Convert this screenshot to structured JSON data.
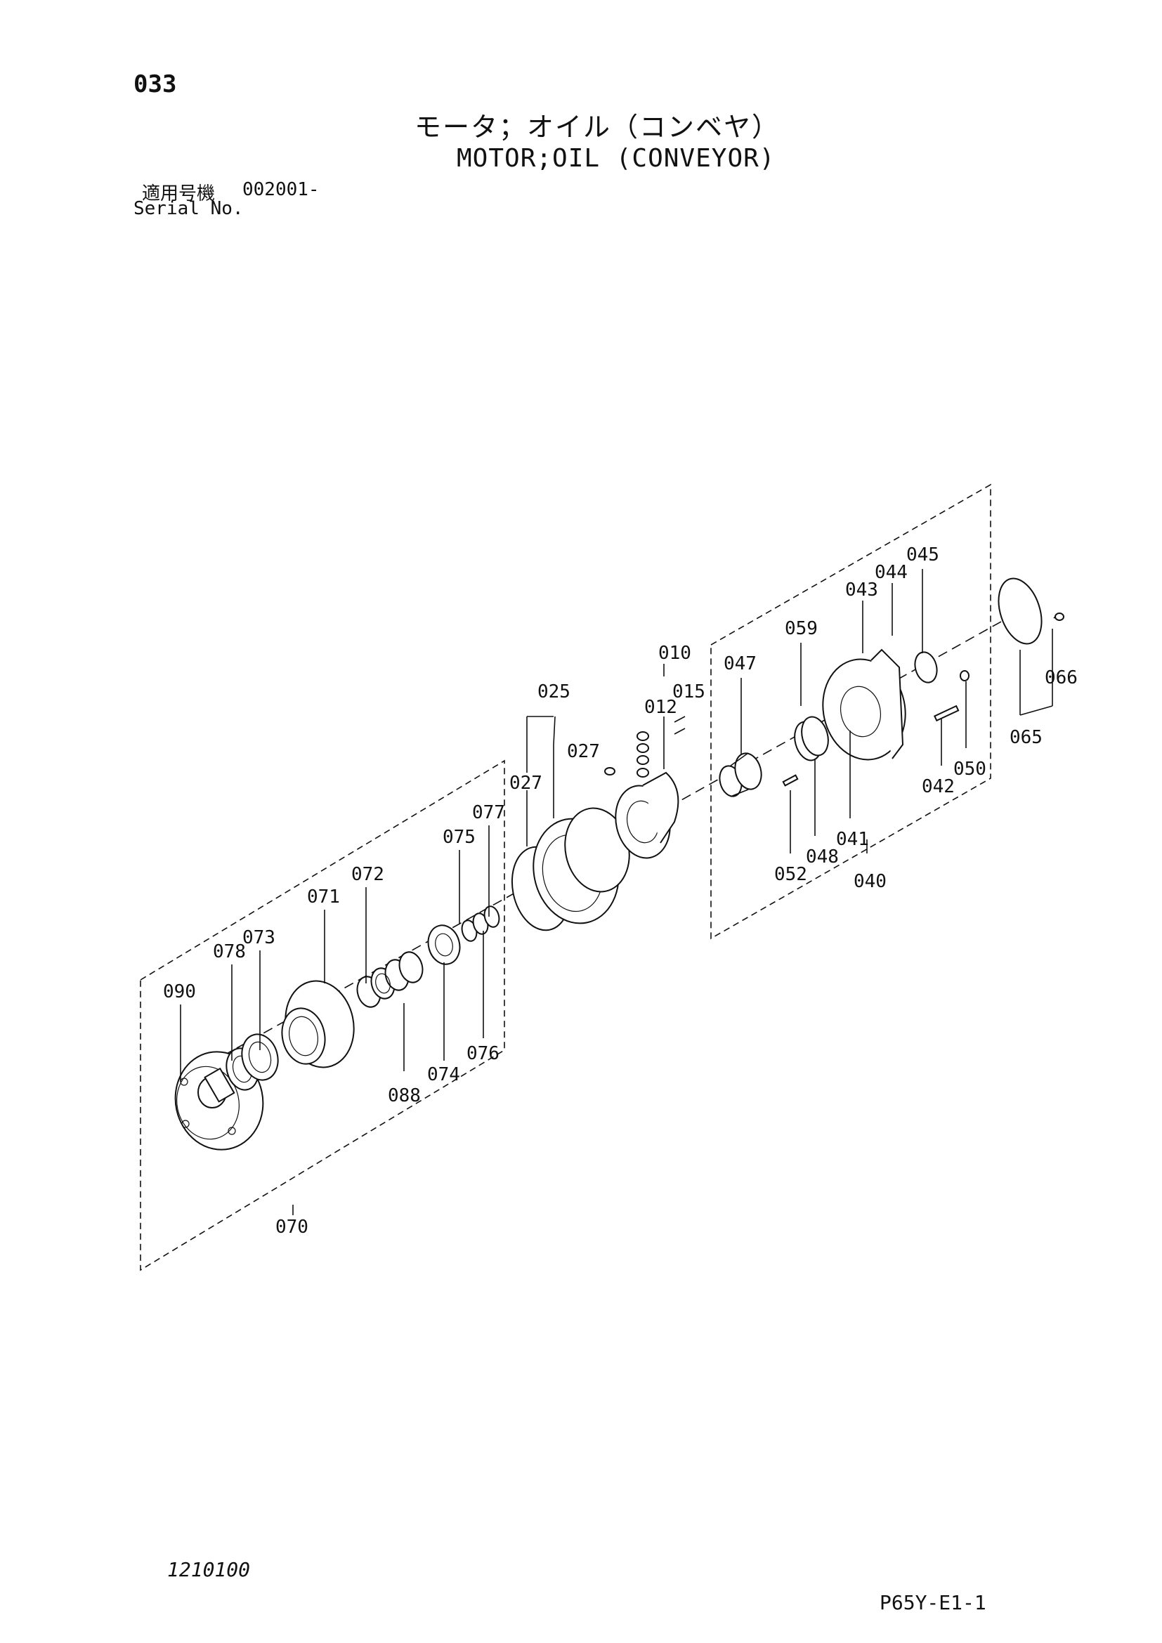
{
  "header": {
    "page_number": "033",
    "title_ja": "モータ；オイル（コンベヤ）",
    "title_en": "MOTOR;OIL (CONVEYOR)",
    "serial_label_ja": "適用号機",
    "serial_value": "002001-",
    "serial_label_en": "Serial No."
  },
  "footer": {
    "doc_code": "1210100",
    "sheet_code": "P65Y-E1-1"
  },
  "callouts": {
    "c010": "010",
    "c012": "012",
    "c015": "015",
    "c025": "025",
    "c027a": "027",
    "c027b": "027",
    "c040": "040",
    "c041": "041",
    "c042": "042",
    "c043": "043",
    "c044": "044",
    "c045": "045",
    "c047": "047",
    "c048": "048",
    "c050": "050",
    "c052": "052",
    "c059": "059",
    "c065": "065",
    "c066": "066",
    "c070": "070",
    "c071": "071",
    "c072": "072",
    "c073": "073",
    "c074": "074",
    "c075": "075",
    "c076": "076",
    "c077": "077",
    "c078": "078",
    "c088": "088",
    "c090": "090"
  }
}
